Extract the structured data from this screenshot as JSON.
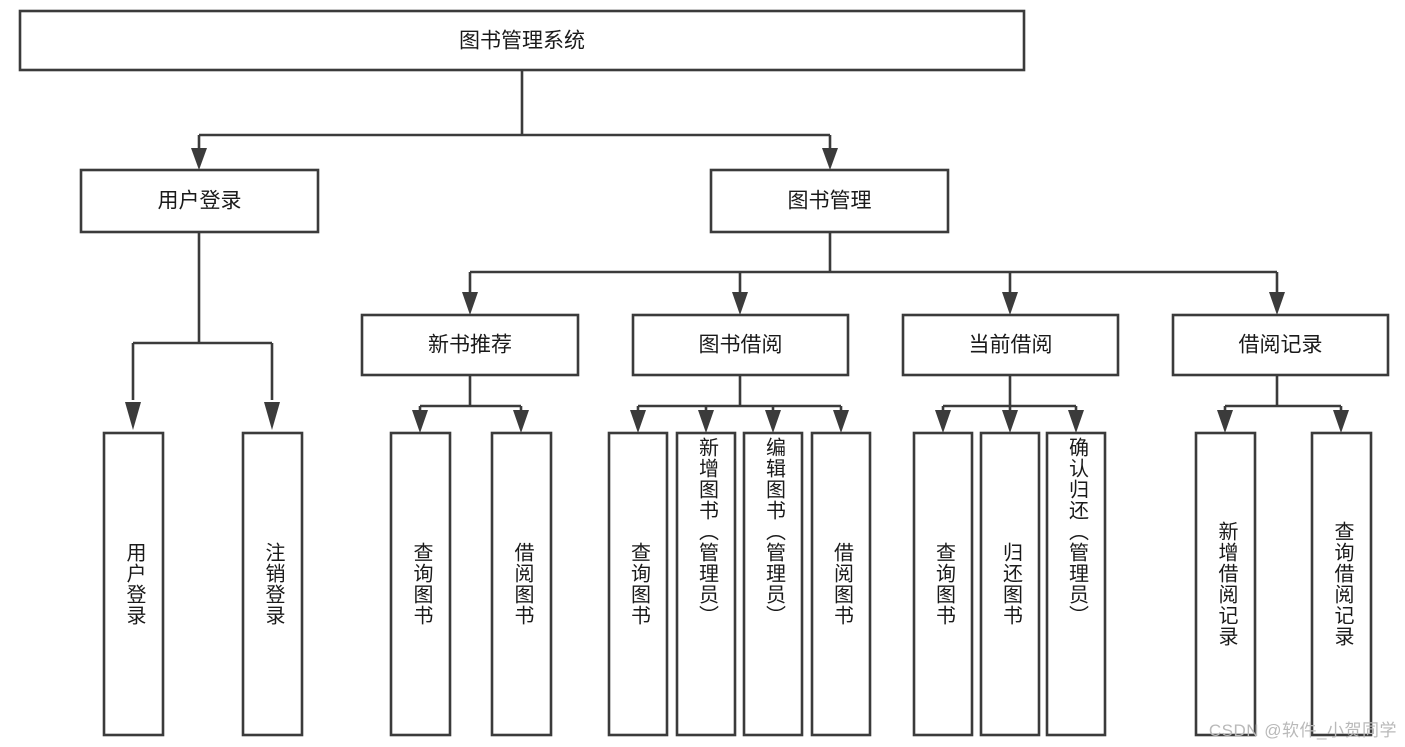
{
  "diagram": {
    "title": "图书管理系统",
    "type": "tree-hierarchy",
    "watermark": "CSDN @软件_小贺同学",
    "colors": {
      "stroke": "#3b3b3b",
      "fill": "#ffffff",
      "text": "#1a1a1a",
      "watermark": "#b9b9b9"
    },
    "root": {
      "label": "图书管理系统"
    },
    "level2": [
      {
        "label": "用户登录"
      },
      {
        "label": "图书管理"
      }
    ],
    "level3": [
      {
        "label": "新书推荐"
      },
      {
        "label": "图书借阅"
      },
      {
        "label": "当前借阅"
      },
      {
        "label": "借阅记录"
      }
    ],
    "leaves": {
      "user_login": [
        {
          "label": "用户登录"
        },
        {
          "label": "注销登录"
        }
      ],
      "new_book_recommend": [
        {
          "label": "查询图书"
        },
        {
          "label": "借阅图书"
        }
      ],
      "book_borrow": [
        {
          "label": "查询图书"
        },
        {
          "label": "新增图书（管理员）"
        },
        {
          "label": "编辑图书（管理员）"
        },
        {
          "label": "借阅图书"
        }
      ],
      "current_borrow": [
        {
          "label": "查询图书"
        },
        {
          "label": "归还图书"
        },
        {
          "label": "确认归还（管理员）"
        }
      ],
      "borrow_record": [
        {
          "label": "新增借阅记录"
        },
        {
          "label": "查询借阅记录"
        }
      ]
    }
  }
}
